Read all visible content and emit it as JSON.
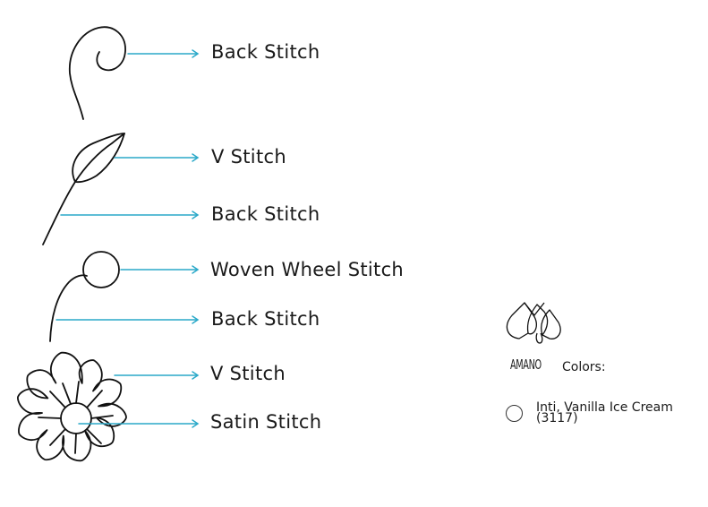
{
  "labels": {
    "back_stitch_1": "Back Stitch",
    "v_stitch_1": "V Stitch",
    "back_stitch_2": "Back Stitch",
    "woven_wheel_stitch": "Woven Wheel Stitch",
    "back_stitch_3": "Back Stitch",
    "v_stitch_2": "V Stitch",
    "satin_stitch": "Satin Stitch"
  },
  "legend": {
    "brand": "AMANO",
    "heading": "Colors:",
    "colors": [
      {
        "name": "Inti, Vanilla Ice Cream (3117)",
        "swatch": "#ffffff"
      }
    ]
  },
  "style": {
    "arrow_color": "#2aa9c9",
    "stroke_color": "#111111"
  }
}
